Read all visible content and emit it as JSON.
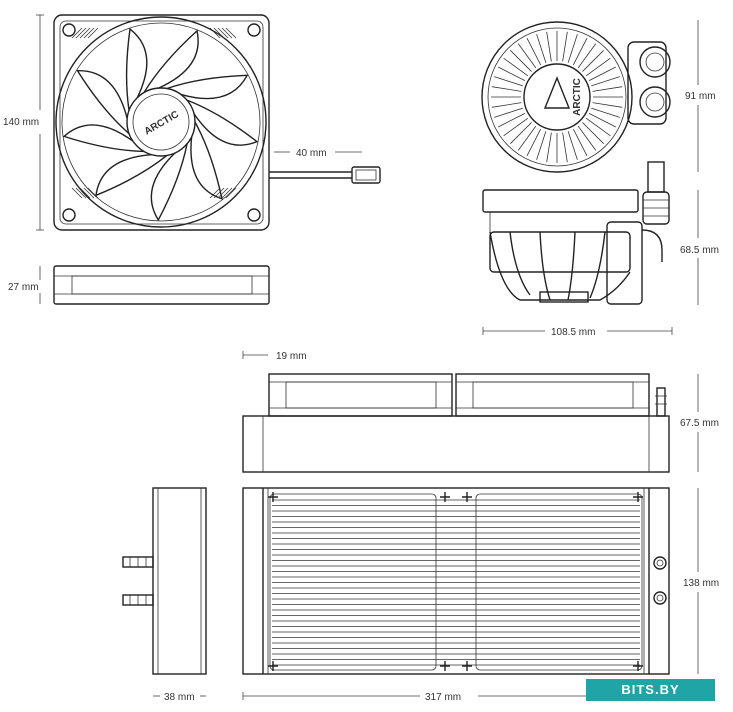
{
  "brand": "ARCTIC",
  "watermark": "BITS.BY",
  "dims": {
    "fan_size": "140 mm",
    "cable": "40 mm",
    "fan_depth": "27 mm",
    "pump_top": "91 mm",
    "pump_height": "68.5 mm",
    "pump_width": "108.5 mm",
    "fan_offset": "19 mm",
    "rad_fan_height": "67.5 mm",
    "rad_height": "138 mm",
    "rad_thickness": "38 mm",
    "rad_length": "317 mm"
  },
  "colors": {
    "line": "#222222",
    "text": "#333333",
    "watermark_bg": "#1fa5a6"
  }
}
